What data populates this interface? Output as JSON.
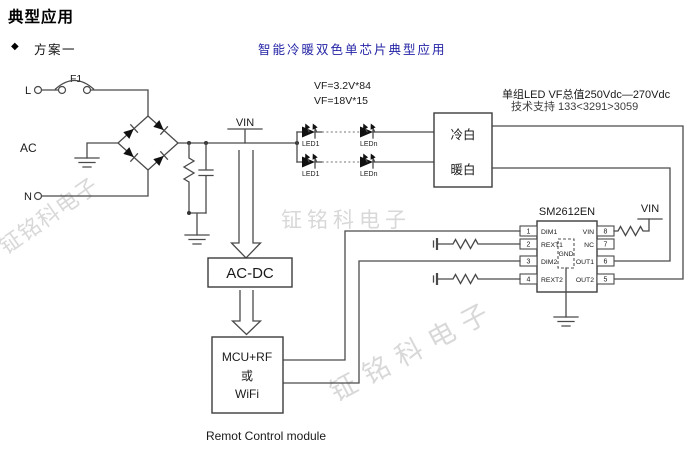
{
  "page": {
    "title": "典型应用",
    "scheme_bullet": "◆",
    "scheme_label": "方案一",
    "diagram_title": "智能冷暖双色单芯片典型应用"
  },
  "notes": {
    "vf1": "VF=3.2V*84",
    "vf2": "VF=18V*15",
    "led_total": "单组LED VF总值250Vdc—270Vdc",
    "support": "技术支持 133<3291>3059"
  },
  "terminals": {
    "live": "L",
    "neutral": "N",
    "ac": "AC",
    "fuse": "F1",
    "vin": "VIN"
  },
  "leds": {
    "first": "LED1",
    "last": "LEDn"
  },
  "led_box": {
    "cold": "冷白",
    "warm": "暖白"
  },
  "chip": {
    "name": "SM2612EN",
    "gnd": "GND",
    "vin_terminal": "VIN",
    "left_pins": [
      {
        "num": "1",
        "label": "DIM1"
      },
      {
        "num": "2",
        "label": "REXT1"
      },
      {
        "num": "3",
        "label": "DIM2"
      },
      {
        "num": "4",
        "label": "REXT2"
      }
    ],
    "right_pins": [
      {
        "num": "8",
        "label": "VIN"
      },
      {
        "num": "7",
        "label": "NC"
      },
      {
        "num": "6",
        "label": "OUT1"
      },
      {
        "num": "5",
        "label": "OUT2"
      }
    ]
  },
  "blocks": {
    "acdc": "AC-DC",
    "mcu_line1": "MCU+RF",
    "mcu_line2": "或",
    "mcu_line3": "WiFi",
    "caption": "Remot Control module"
  },
  "watermark": {
    "text": "钲铭科电子"
  },
  "colors": {
    "heading_blue": "#2424a6",
    "line": "#4a4a4a",
    "watermark_gray": "#d8d8d8"
  }
}
